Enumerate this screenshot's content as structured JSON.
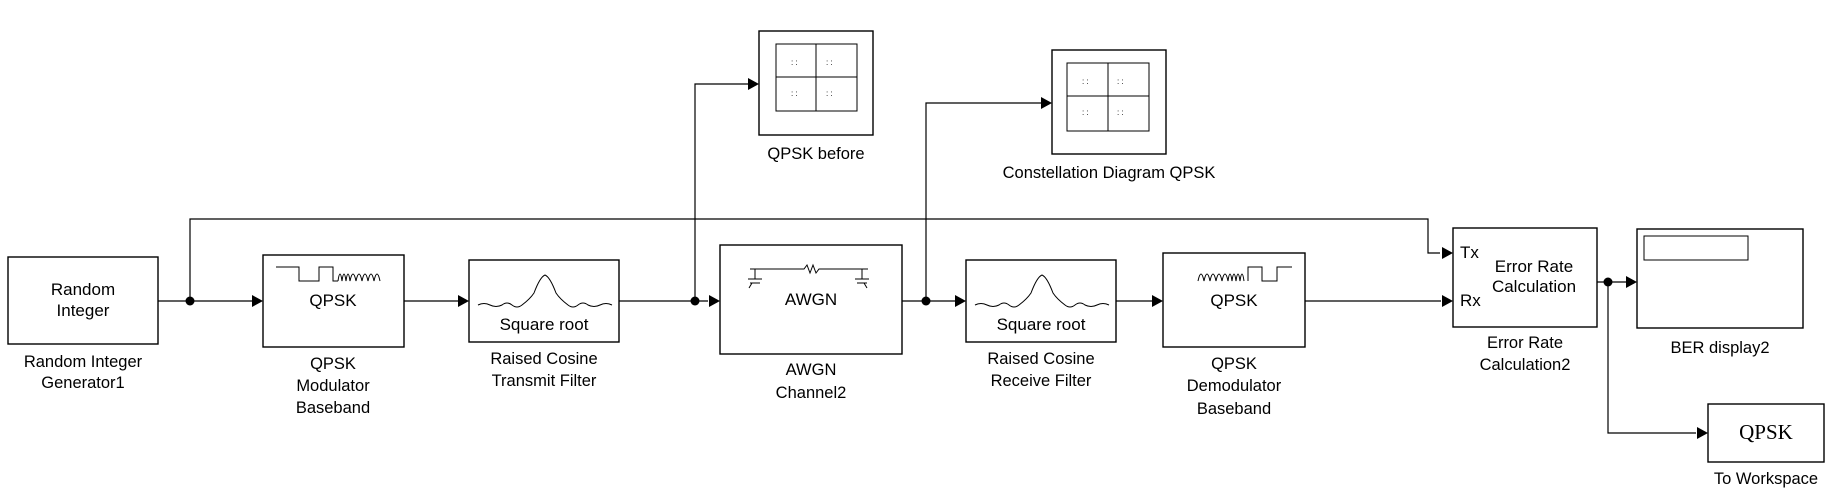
{
  "blocks": {
    "random_integer": {
      "inner": [
        "Random",
        "Integer"
      ],
      "caption": [
        "Random Integer",
        "Generator1"
      ]
    },
    "qpsk_mod": {
      "inner": "QPSK",
      "caption": [
        "QPSK",
        "Modulator",
        "Baseband"
      ]
    },
    "rc_tx": {
      "inner": "Square root",
      "caption": [
        "Raised Cosine",
        "Transmit Filter"
      ]
    },
    "awgn": {
      "inner": "AWGN",
      "caption": [
        "AWGN",
        "Channel2"
      ]
    },
    "rc_rx": {
      "inner": "Square root",
      "caption": [
        "Raised Cosine",
        "Receive Filter"
      ]
    },
    "qpsk_demod": {
      "inner": "QPSK",
      "caption": [
        "QPSK",
        "Demodulator",
        "Baseband"
      ]
    },
    "error_rate": {
      "inner": [
        "Error Rate",
        "Calculation"
      ],
      "port_tx": "Tx",
      "port_rx": "Rx",
      "caption": [
        "Error Rate",
        "Calculation2"
      ]
    },
    "ber_display": {
      "caption": "BER display2"
    },
    "to_workspace": {
      "inner": "QPSK",
      "caption": "To Workspace"
    },
    "scope_before": {
      "caption": "QPSK before"
    },
    "scope_const": {
      "caption": "Constellation Diagram QPSK"
    }
  },
  "colors": {
    "line": "#000000",
    "background": "#ffffff"
  },
  "icons": [
    "constellation-icon",
    "qpsk-waveform-icon",
    "raised-cosine-icon",
    "awgn-icon",
    "display-icon"
  ]
}
